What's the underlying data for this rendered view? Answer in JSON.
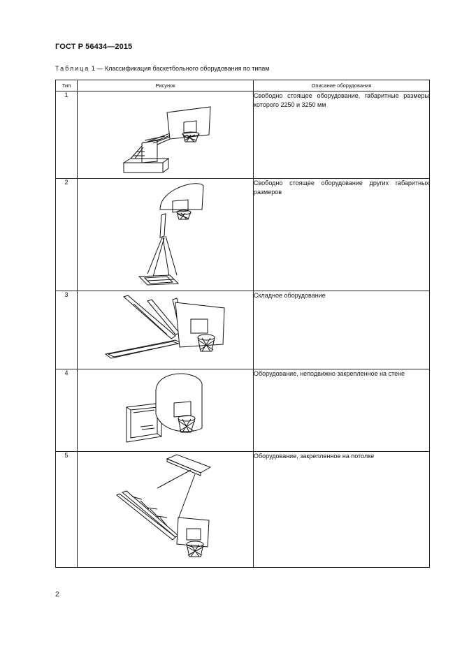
{
  "header": {
    "doc_code": "ГОСТ Р 56434—2015"
  },
  "caption": {
    "label": "Таблица",
    "number": "1",
    "text": "— Классификация баскетбольного оборудования по типам"
  },
  "table": {
    "columns": [
      "Тип",
      "Рисунок",
      "Описание оборудования"
    ],
    "rows": [
      {
        "type": "1",
        "description": "Свободно стоящее оборудование, габаритные размеры которого 2250 и 3250 мм"
      },
      {
        "type": "2",
        "description": "Свободно стоящее оборудование других габаритных размеров"
      },
      {
        "type": "3",
        "description": "Складное оборудование"
      },
      {
        "type": "4",
        "description": "Оборудование, неподвижно закрепленное на стене"
      },
      {
        "type": "5",
        "description": "Оборудование, закрепленное на потолке"
      }
    ]
  },
  "footer": {
    "page_number": "2"
  }
}
